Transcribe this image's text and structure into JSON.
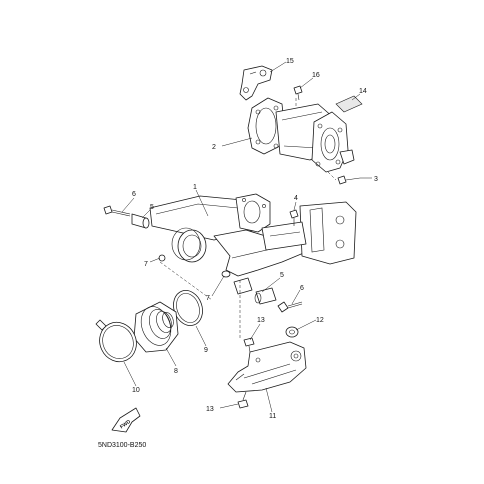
{
  "diagram": {
    "code": "5ND3100-B250",
    "fwd_label": "FWD",
    "callouts": {
      "c1": "1",
      "c2": "2",
      "c3": "3",
      "c4": "4",
      "c5a": "5",
      "c5b": "5",
      "c6a": "6",
      "c6b": "6",
      "c7a": "7",
      "c7b": "7",
      "c8": "8",
      "c9": "9",
      "c10": "10",
      "c11": "11",
      "c12": "12",
      "c13a": "13",
      "c13b": "13",
      "c14": "14",
      "c15": "15",
      "c16": "16"
    }
  }
}
